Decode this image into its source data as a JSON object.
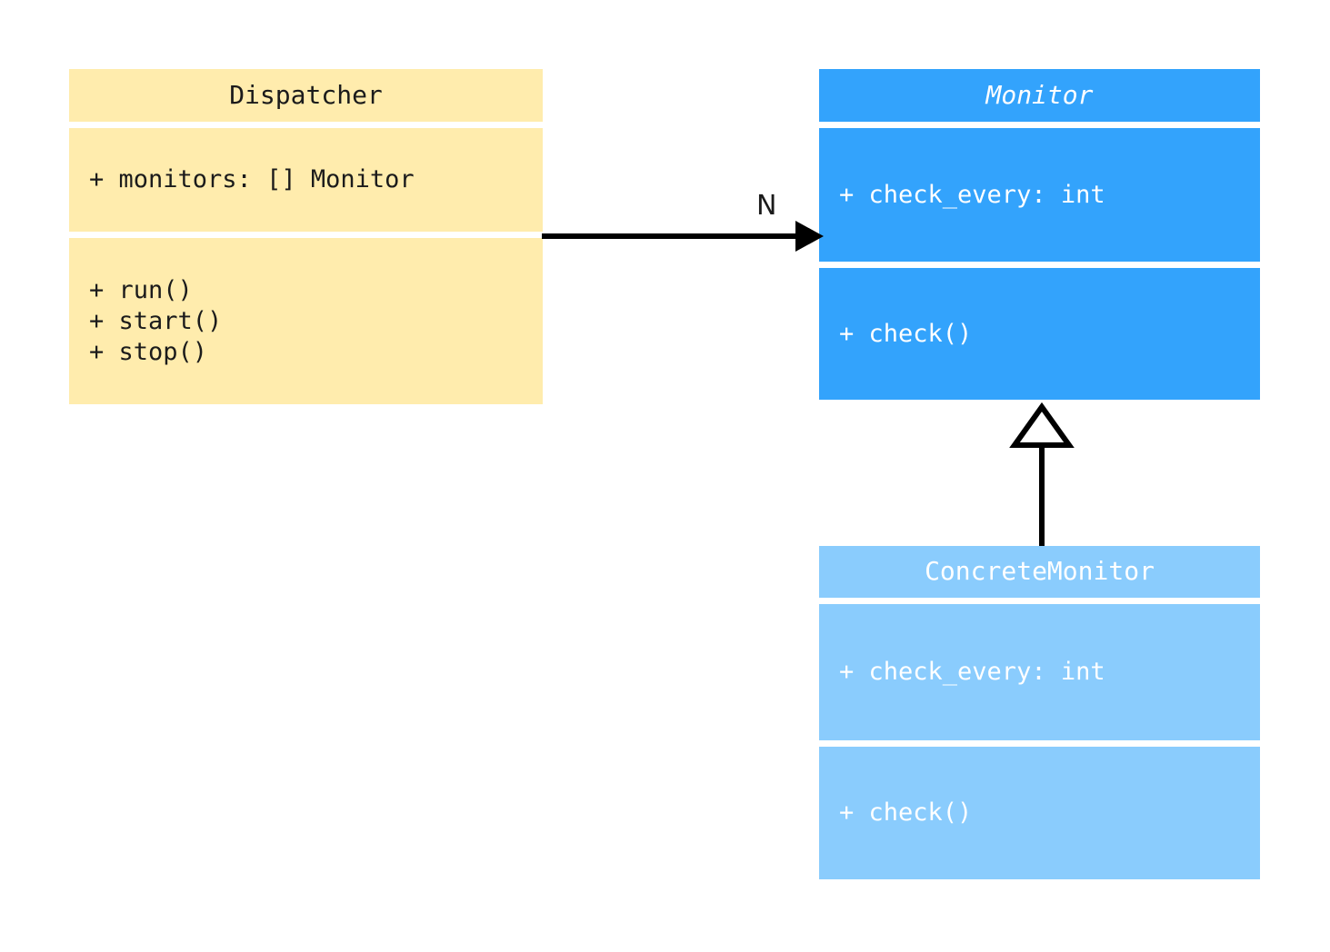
{
  "diagram": {
    "title": "Monitor dispatcher UML class diagram",
    "type": "uml-class-diagram",
    "background_color": "#ffffff"
  },
  "classes": [
    {
      "id": "dispatcher",
      "name": "Dispatcher",
      "abstract": false,
      "fill_color": "#ffecad",
      "text_color": "#1b1b1b",
      "attributes": [
        "+ monitors: [] Monitor"
      ],
      "methods": [
        "+ run()",
        "+ start()",
        "+ stop()"
      ]
    },
    {
      "id": "monitor",
      "name": "Monitor",
      "abstract": true,
      "fill_color": "#33a3fc",
      "text_color": "#ffffff",
      "attributes": [
        "+ check_every: int"
      ],
      "methods": [
        "+ check()"
      ]
    },
    {
      "id": "concretemonitor",
      "name": "ConcreteMonitor",
      "abstract": false,
      "fill_color": "#8accfd",
      "text_color": "#ffffff",
      "attributes": [
        "+ check_every: int"
      ],
      "methods": [
        "+ check()"
      ]
    }
  ],
  "relationships": [
    {
      "id": "assoc-dispatcher-monitor",
      "kind": "association",
      "from": "Dispatcher",
      "to": "Monitor",
      "label": "N",
      "arrow": "filled-arrowhead",
      "line_color": "#000000"
    },
    {
      "id": "gen-concrete-monitor",
      "kind": "generalization",
      "from": "ConcreteMonitor",
      "to": "Monitor",
      "label": "",
      "arrow": "hollow-triangle",
      "line_color": "#000000"
    }
  ]
}
